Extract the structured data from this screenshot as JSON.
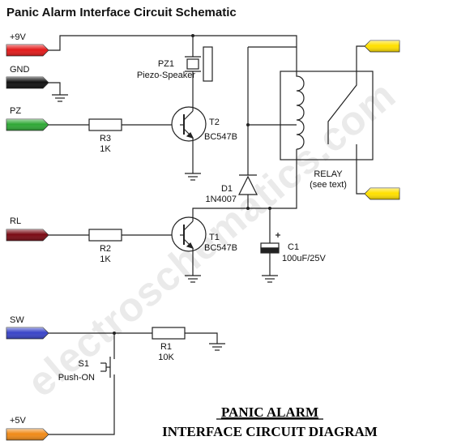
{
  "title": "Panic Alarm Interface Circuit Schematic",
  "watermark": "electroschematics.com",
  "caption": {
    "line1": "PANIC ALARM",
    "line2": "INTERFACE CIRCUIT DIAGRAM"
  },
  "colors": {
    "vcc9": "#e31b1b",
    "gnd": "#111111",
    "pz": "#2fa836",
    "rl": "#7a0a14",
    "sw": "#3a45c8",
    "vcc5": "#f08a18",
    "relay_out": "#ffe000"
  },
  "terminals": {
    "vcc9": "+9V",
    "gnd": "GND",
    "pz": "PZ",
    "rl": "RL",
    "sw": "SW",
    "vcc5": "+5V"
  },
  "components": {
    "pz1": {
      "ref": "PZ1",
      "desc": "Piezo-Speaker"
    },
    "r3": {
      "ref": "R3",
      "value": "1K"
    },
    "t2": {
      "ref": "T2",
      "value": "BC547B"
    },
    "r2": {
      "ref": "R2",
      "value": "1K"
    },
    "t1": {
      "ref": "T1",
      "value": "BC547B"
    },
    "d1": {
      "ref": "D1",
      "value": "1N4007"
    },
    "c1": {
      "ref": "C1",
      "value": "100uF/25V"
    },
    "relay": {
      "ref": "RELAY",
      "note": "(see text)"
    },
    "r1": {
      "ref": "R1",
      "value": "10K"
    },
    "s1": {
      "ref": "S1",
      "desc": "Push-ON"
    }
  }
}
